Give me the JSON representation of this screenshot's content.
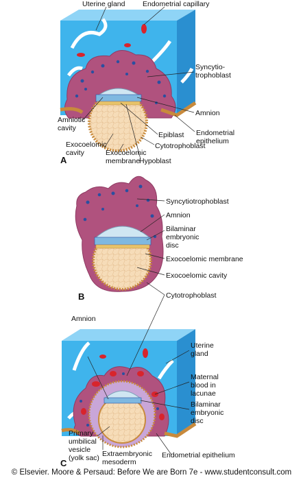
{
  "panels": {
    "a": {
      "letter": "A",
      "labels": {
        "uterine_gland": "Uterine gland",
        "endometrial_capillary": "Endometrial capillary",
        "syncytiotrophoblast": [
          "Syncytio-",
          "trophoblast"
        ],
        "amnion": "Amnion",
        "amniotic_cavity": [
          "Amniotic",
          "cavity"
        ],
        "epiblast": "Epiblast",
        "endometrial_epithelium": [
          "Endometrial",
          "epithelium"
        ],
        "exocoelomic_cavity": [
          "Exocoelomic",
          "cavity"
        ],
        "exocoelomic_membrane": [
          "Exocoelomic",
          "membrane"
        ],
        "cytotrophoblast": "Cytotrophoblast",
        "hypoblast": "Hypoblast"
      }
    },
    "b": {
      "letter": "B",
      "labels": {
        "syncytiotrophoblast": "Syncytiotrophoblast",
        "amnion": "Amnion",
        "bilaminar_disc": [
          "Bilaminar",
          "embryonic",
          "disc"
        ],
        "exocoelomic_membrane": "Exocoelomic membrane",
        "exocoelomic_cavity": "Exocoelomic cavity",
        "cytotrophoblast": "Cytotrophoblast"
      }
    },
    "c": {
      "letter": "C",
      "labels": {
        "amnion": "Amnion",
        "uterine_gland": [
          "Uterine",
          "gland"
        ],
        "maternal_blood": [
          "Maternal",
          "blood in",
          "lacunae"
        ],
        "bilaminar_disc": [
          "Bilaminar",
          "embryonic",
          "disc"
        ],
        "primary_umbilical": [
          "Primary",
          "umbilical",
          "vesicle",
          "(yolk sac)"
        ],
        "extraembryonic_mesoderm": [
          "Extraembryonic",
          "mesoderm"
        ],
        "endometrial_epithelium": "Endometrial epithelium"
      }
    }
  },
  "credit": "© Elsevier. Moore & Persaud: Before We are Born 7e - www.studentconsult.com",
  "colors": {
    "tissue_front": "#3fb4ec",
    "tissue_side": "#2a8fd0",
    "tissue_top": "#8fd4f6",
    "syncytio": "#b0527e",
    "syncytio_light": "#c97aa0",
    "nuclei": "#2a4fa0",
    "cavity": "#f6dcb8",
    "amniotic": "#cfe6f2",
    "blood": "#d8242c",
    "epithelium": "#e7c36a"
  }
}
